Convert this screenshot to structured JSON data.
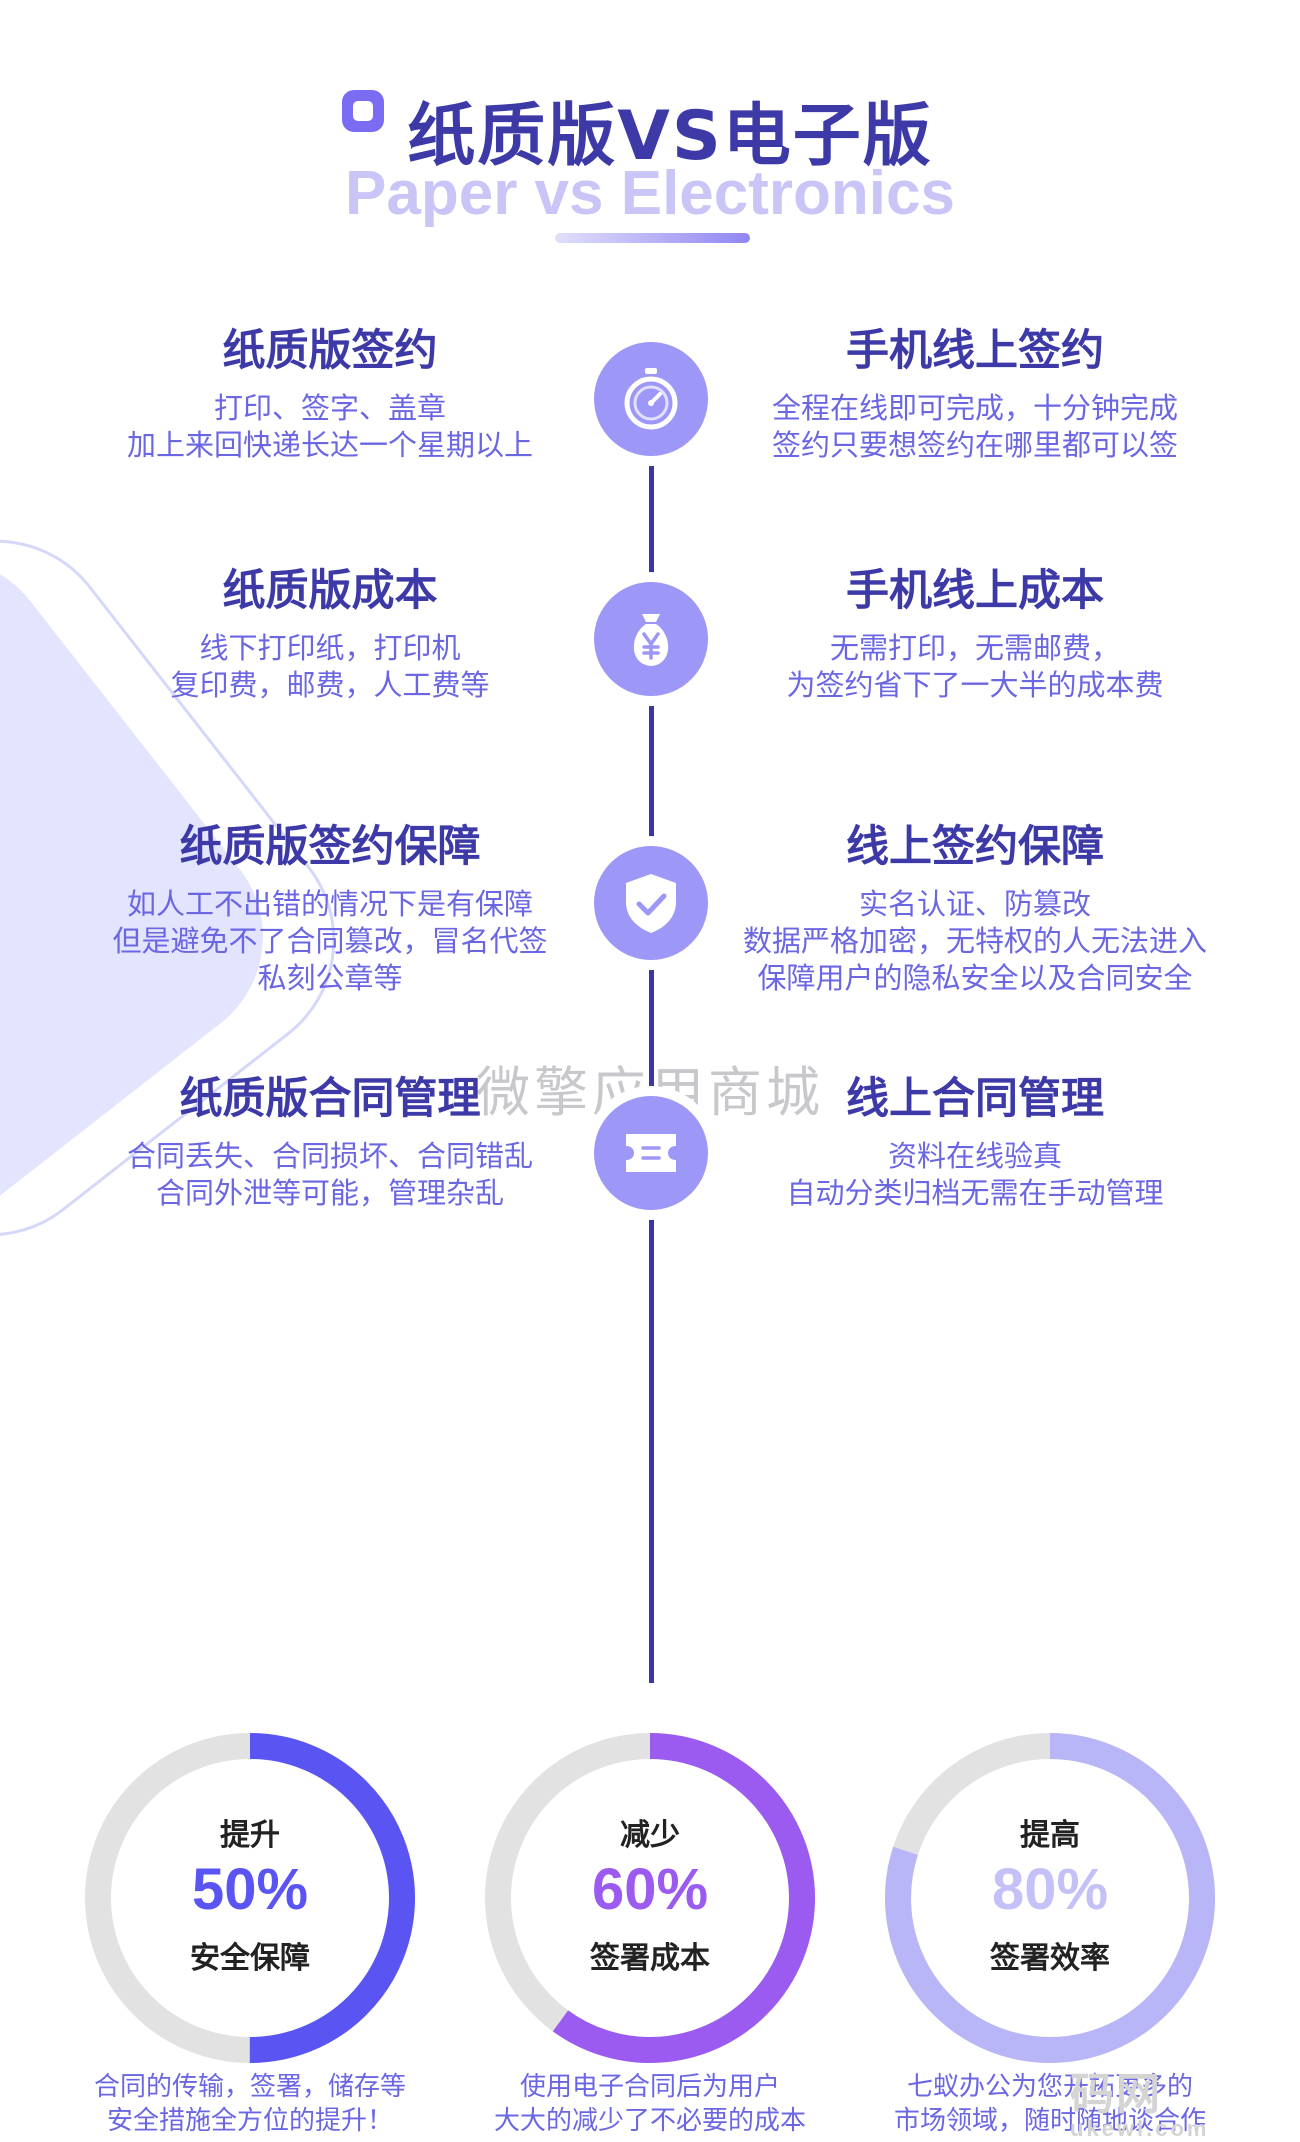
{
  "header": {
    "title": "纸质版VS电子版",
    "subtitle": "Paper vs Electronics"
  },
  "rows": [
    {
      "left": {
        "title": "纸质版签约",
        "lines": [
          "打印、签字、盖章",
          "加上来回快递长达一个星期以上"
        ]
      },
      "right": {
        "title": "手机线上签约",
        "lines": [
          "全程在线即可完成，十分钟完成",
          "签约只要想签约在哪里都可以签"
        ]
      },
      "icon": "stopwatch-icon"
    },
    {
      "left": {
        "title": "纸质版成本",
        "lines": [
          "线下打印纸，打印机",
          "复印费，邮费，人工费等"
        ]
      },
      "right": {
        "title": "手机线上成本",
        "lines": [
          "无需打印，无需邮费，",
          "为签约省下了一大半的成本费"
        ]
      },
      "icon": "money-bag-icon"
    },
    {
      "left": {
        "title": "纸质版签约保障",
        "lines": [
          "如人工不出错的情况下是有保障",
          "但是避免不了合同篡改，冒名代签",
          "私刻公章等"
        ]
      },
      "right": {
        "title": "线上签约保障",
        "lines": [
          "实名认证、防篡改",
          "数据严格加密，无特权的人无法进入",
          "保障用户的隐私安全以及合同安全"
        ]
      },
      "icon": "shield-check-icon"
    },
    {
      "left": {
        "title": "纸质版合同管理",
        "lines": [
          "合同丢失、合同损坏、合同错乱",
          "合同外泄等可能，管理杂乱"
        ]
      },
      "right": {
        "title": "线上合同管理",
        "lines": [
          "资料在线验真",
          "自动分类归档无需在手动管理"
        ]
      },
      "icon": "ticket-icon"
    }
  ],
  "watermark": "微擎应用商城",
  "stats": [
    {
      "top": "提升",
      "percent": "50%",
      "value": 0.5,
      "bottom": "安全保障",
      "color": "#5a55f2",
      "desc": [
        "合同的传输，签署，储存等",
        "安全措施全方位的提升！"
      ]
    },
    {
      "top": "减少",
      "percent": "60%",
      "value": 0.6,
      "bottom": "签署成本",
      "color": "#9b5bf0",
      "desc": [
        "使用电子合同后为用户",
        "大大的减少了不必要的成本"
      ]
    },
    {
      "top": "提高",
      "percent": "80%",
      "value": 0.8,
      "bottom": "签署效率",
      "color": "#b9b6f7",
      "desc": [
        "七蚁办公为您开拓更多的",
        "市场领域，随时随地谈合作"
      ]
    }
  ],
  "colors": {
    "primary": "#3d3aa8",
    "accent": "#6b67e3",
    "node": "#9d97f7",
    "ring_track": "#e2e2e2"
  },
  "logo_watermark": {
    "text": "码网",
    "sub": "ukewl.com"
  }
}
